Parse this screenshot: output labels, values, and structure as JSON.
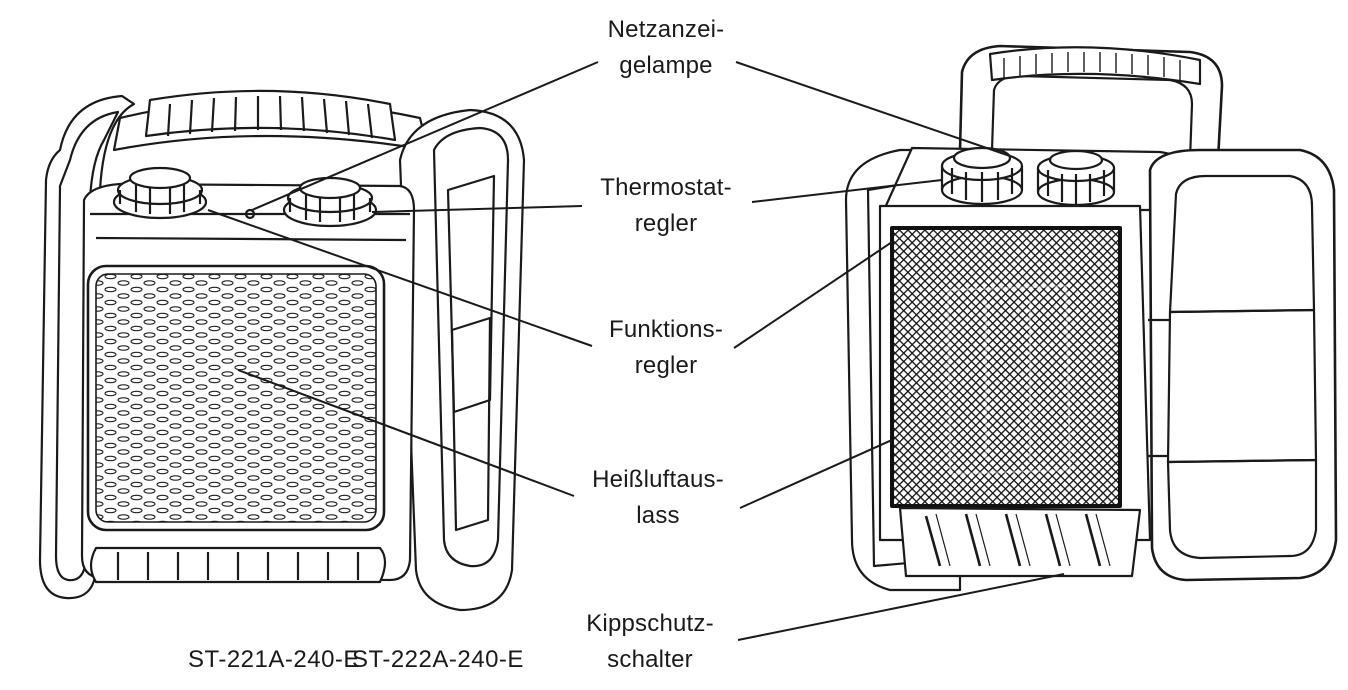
{
  "labels": {
    "netzanzeige": {
      "line1": "Netzanzei-",
      "line2": "gelampe"
    },
    "thermostat": {
      "line1": "Thermostat-",
      "line2": "regler"
    },
    "funktion": {
      "line1": "Funktions-",
      "line2": "regler"
    },
    "heissluft": {
      "line1": "Heißluftaus-",
      "line2": "lass"
    },
    "kippschutz": {
      "line1": "Kippschutz-",
      "line2": "schalter"
    }
  },
  "models": {
    "left": "ST-221A-240-E",
    "right": "ST-222A-240-E"
  },
  "colors": {
    "ink": "#1a1a1a",
    "background": "#ffffff"
  }
}
